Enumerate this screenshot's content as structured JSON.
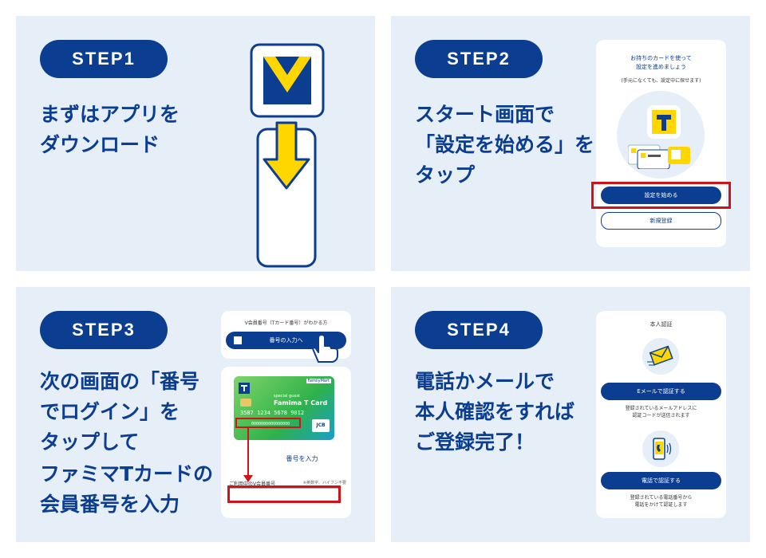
{
  "steps": [
    {
      "label": "STEP1",
      "text": "まずはアプリを\nダウンロード"
    },
    {
      "label": "STEP2",
      "text": "スタート画面で\n「設定を始める」を\nタップ"
    },
    {
      "label": "STEP3",
      "text": "次の画面の「番号\nでログイン」を\nタップして",
      "text2": "ファミマTカードの\n会員番号を入力"
    },
    {
      "label": "STEP4",
      "text": "電話かメールで\n本人確認をすれば\nご登録完了！"
    }
  ],
  "step2_screen": {
    "heading": "お持ちのカードを使って\n設定を進めましょう",
    "note": "(手元になくても、設定中に探せます)",
    "start_button": "設定を始める",
    "register_button": "新規登録"
  },
  "step3_screen": {
    "top_text": "V会員番号（Tカード番号）がわかる方",
    "number_entry_button": "番号の入力へ",
    "card_brand": "FamilyMart",
    "card_guest": "special guest",
    "card_name": "Famima T Card",
    "card_number": "3587 1234 5678 9012",
    "card_member_number": "0000000000000000",
    "card_network": "JCB",
    "input_heading": "番号を入力",
    "field_label": "ご利用中のV会員番号",
    "field_note": "※英数字、ハイフン不要"
  },
  "step4_screen": {
    "title": "本人認証",
    "email_button": "Eメールで認証する",
    "email_note": "登録されているメールアドレスに\n認証コードが送信されます",
    "phone_button": "電話で認証する",
    "phone_note": "登録されている電話番号から\n電話をかけて認証します"
  },
  "colors": {
    "navy": "#0b3d91",
    "yellow": "#ffd600",
    "red": "#d0121b",
    "panel": "#e6eef8"
  }
}
